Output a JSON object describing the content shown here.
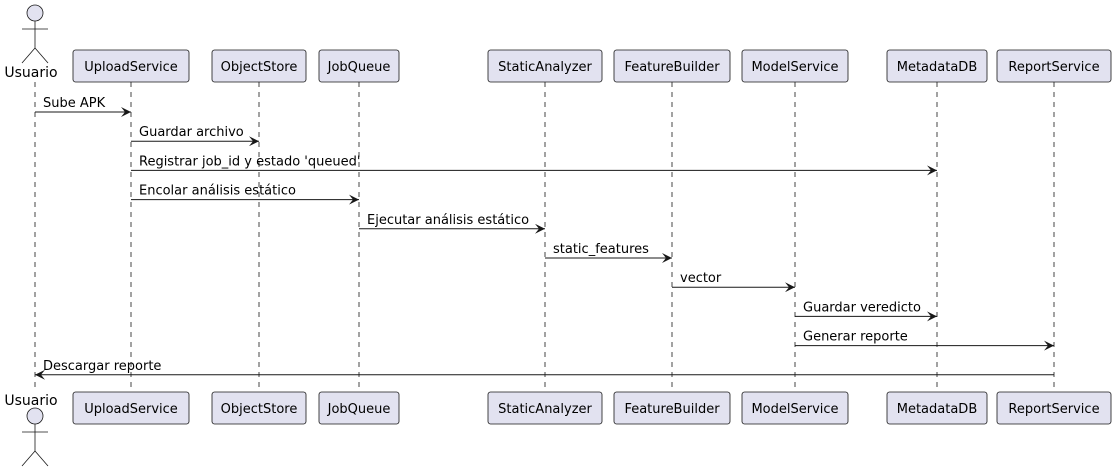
{
  "diagram": {
    "type": "sequence",
    "actor": {
      "label": "Usuario"
    },
    "participants": [
      {
        "id": "UploadService",
        "label": "UploadService"
      },
      {
        "id": "ObjectStore",
        "label": "ObjectStore"
      },
      {
        "id": "JobQueue",
        "label": "JobQueue"
      },
      {
        "id": "StaticAnalyzer",
        "label": "StaticAnalyzer"
      },
      {
        "id": "FeatureBuilder",
        "label": "FeatureBuilder"
      },
      {
        "id": "ModelService",
        "label": "ModelService"
      },
      {
        "id": "MetadataDB",
        "label": "MetadataDB"
      },
      {
        "id": "ReportService",
        "label": "ReportService"
      }
    ],
    "messages": [
      {
        "from": "Usuario",
        "to": "UploadService",
        "label": "Sube APK"
      },
      {
        "from": "UploadService",
        "to": "ObjectStore",
        "label": "Guardar archivo"
      },
      {
        "from": "UploadService",
        "to": "MetadataDB",
        "label": "Registrar job_id y estado 'queued'"
      },
      {
        "from": "UploadService",
        "to": "JobQueue",
        "label": "Encolar análisis estático"
      },
      {
        "from": "JobQueue",
        "to": "StaticAnalyzer",
        "label": "Ejecutar análisis estático"
      },
      {
        "from": "StaticAnalyzer",
        "to": "FeatureBuilder",
        "label": "static_features"
      },
      {
        "from": "FeatureBuilder",
        "to": "ModelService",
        "label": "vector"
      },
      {
        "from": "ModelService",
        "to": "MetadataDB",
        "label": "Guardar veredicto"
      },
      {
        "from": "ModelService",
        "to": "ReportService",
        "label": "Generar reporte"
      },
      {
        "from": "ReportService",
        "to": "Usuario",
        "label": "Descargar reporte"
      }
    ],
    "colors": {
      "participant_fill": "#e2e2f0",
      "participant_border": "#181818",
      "lifeline": "#181818",
      "arrow": "#181818",
      "text": "#000000"
    }
  }
}
